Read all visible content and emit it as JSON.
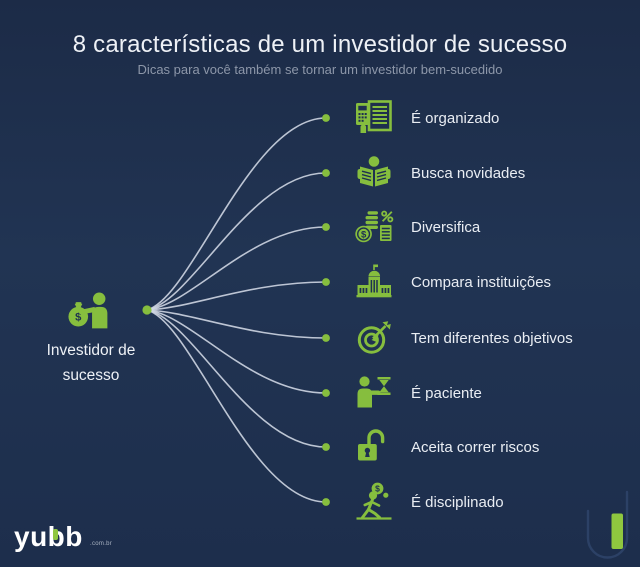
{
  "title": "8 características de um investidor de sucesso",
  "subtitle": "Dicas para você também se tornar um investidor bem-sucedido",
  "colors": {
    "background": "#1e3050",
    "accent_green": "#86BE3E",
    "logo_bar_green": "#8FC73F",
    "connector_line": "#d3dae6",
    "title_text": "#eef1f6",
    "subtitle_text": "#8d97a9"
  },
  "center": {
    "label": "Investidor de sucesso",
    "icon": "investor-money-bag-icon",
    "dollar": "$"
  },
  "branches": [
    {
      "label": "É organizado",
      "icon": "organized-checklist-icon"
    },
    {
      "label": "Busca novidades",
      "icon": "reading-news-icon"
    },
    {
      "label": "Diversifica",
      "icon": "diversify-coins-icon"
    },
    {
      "label": "Compara instituições",
      "icon": "institution-building-icon"
    },
    {
      "label": "Tem diferentes objetivos",
      "icon": "target-dart-icon"
    },
    {
      "label": "É paciente",
      "icon": "patience-hourglass-icon"
    },
    {
      "label": "Aceita correr riscos",
      "icon": "risk-open-padlock-icon"
    },
    {
      "label": "É disciplinado",
      "icon": "discipline-runner-icon"
    }
  ],
  "footer": {
    "logo_text": "yubb",
    "logo_suffix": ".com.br"
  }
}
